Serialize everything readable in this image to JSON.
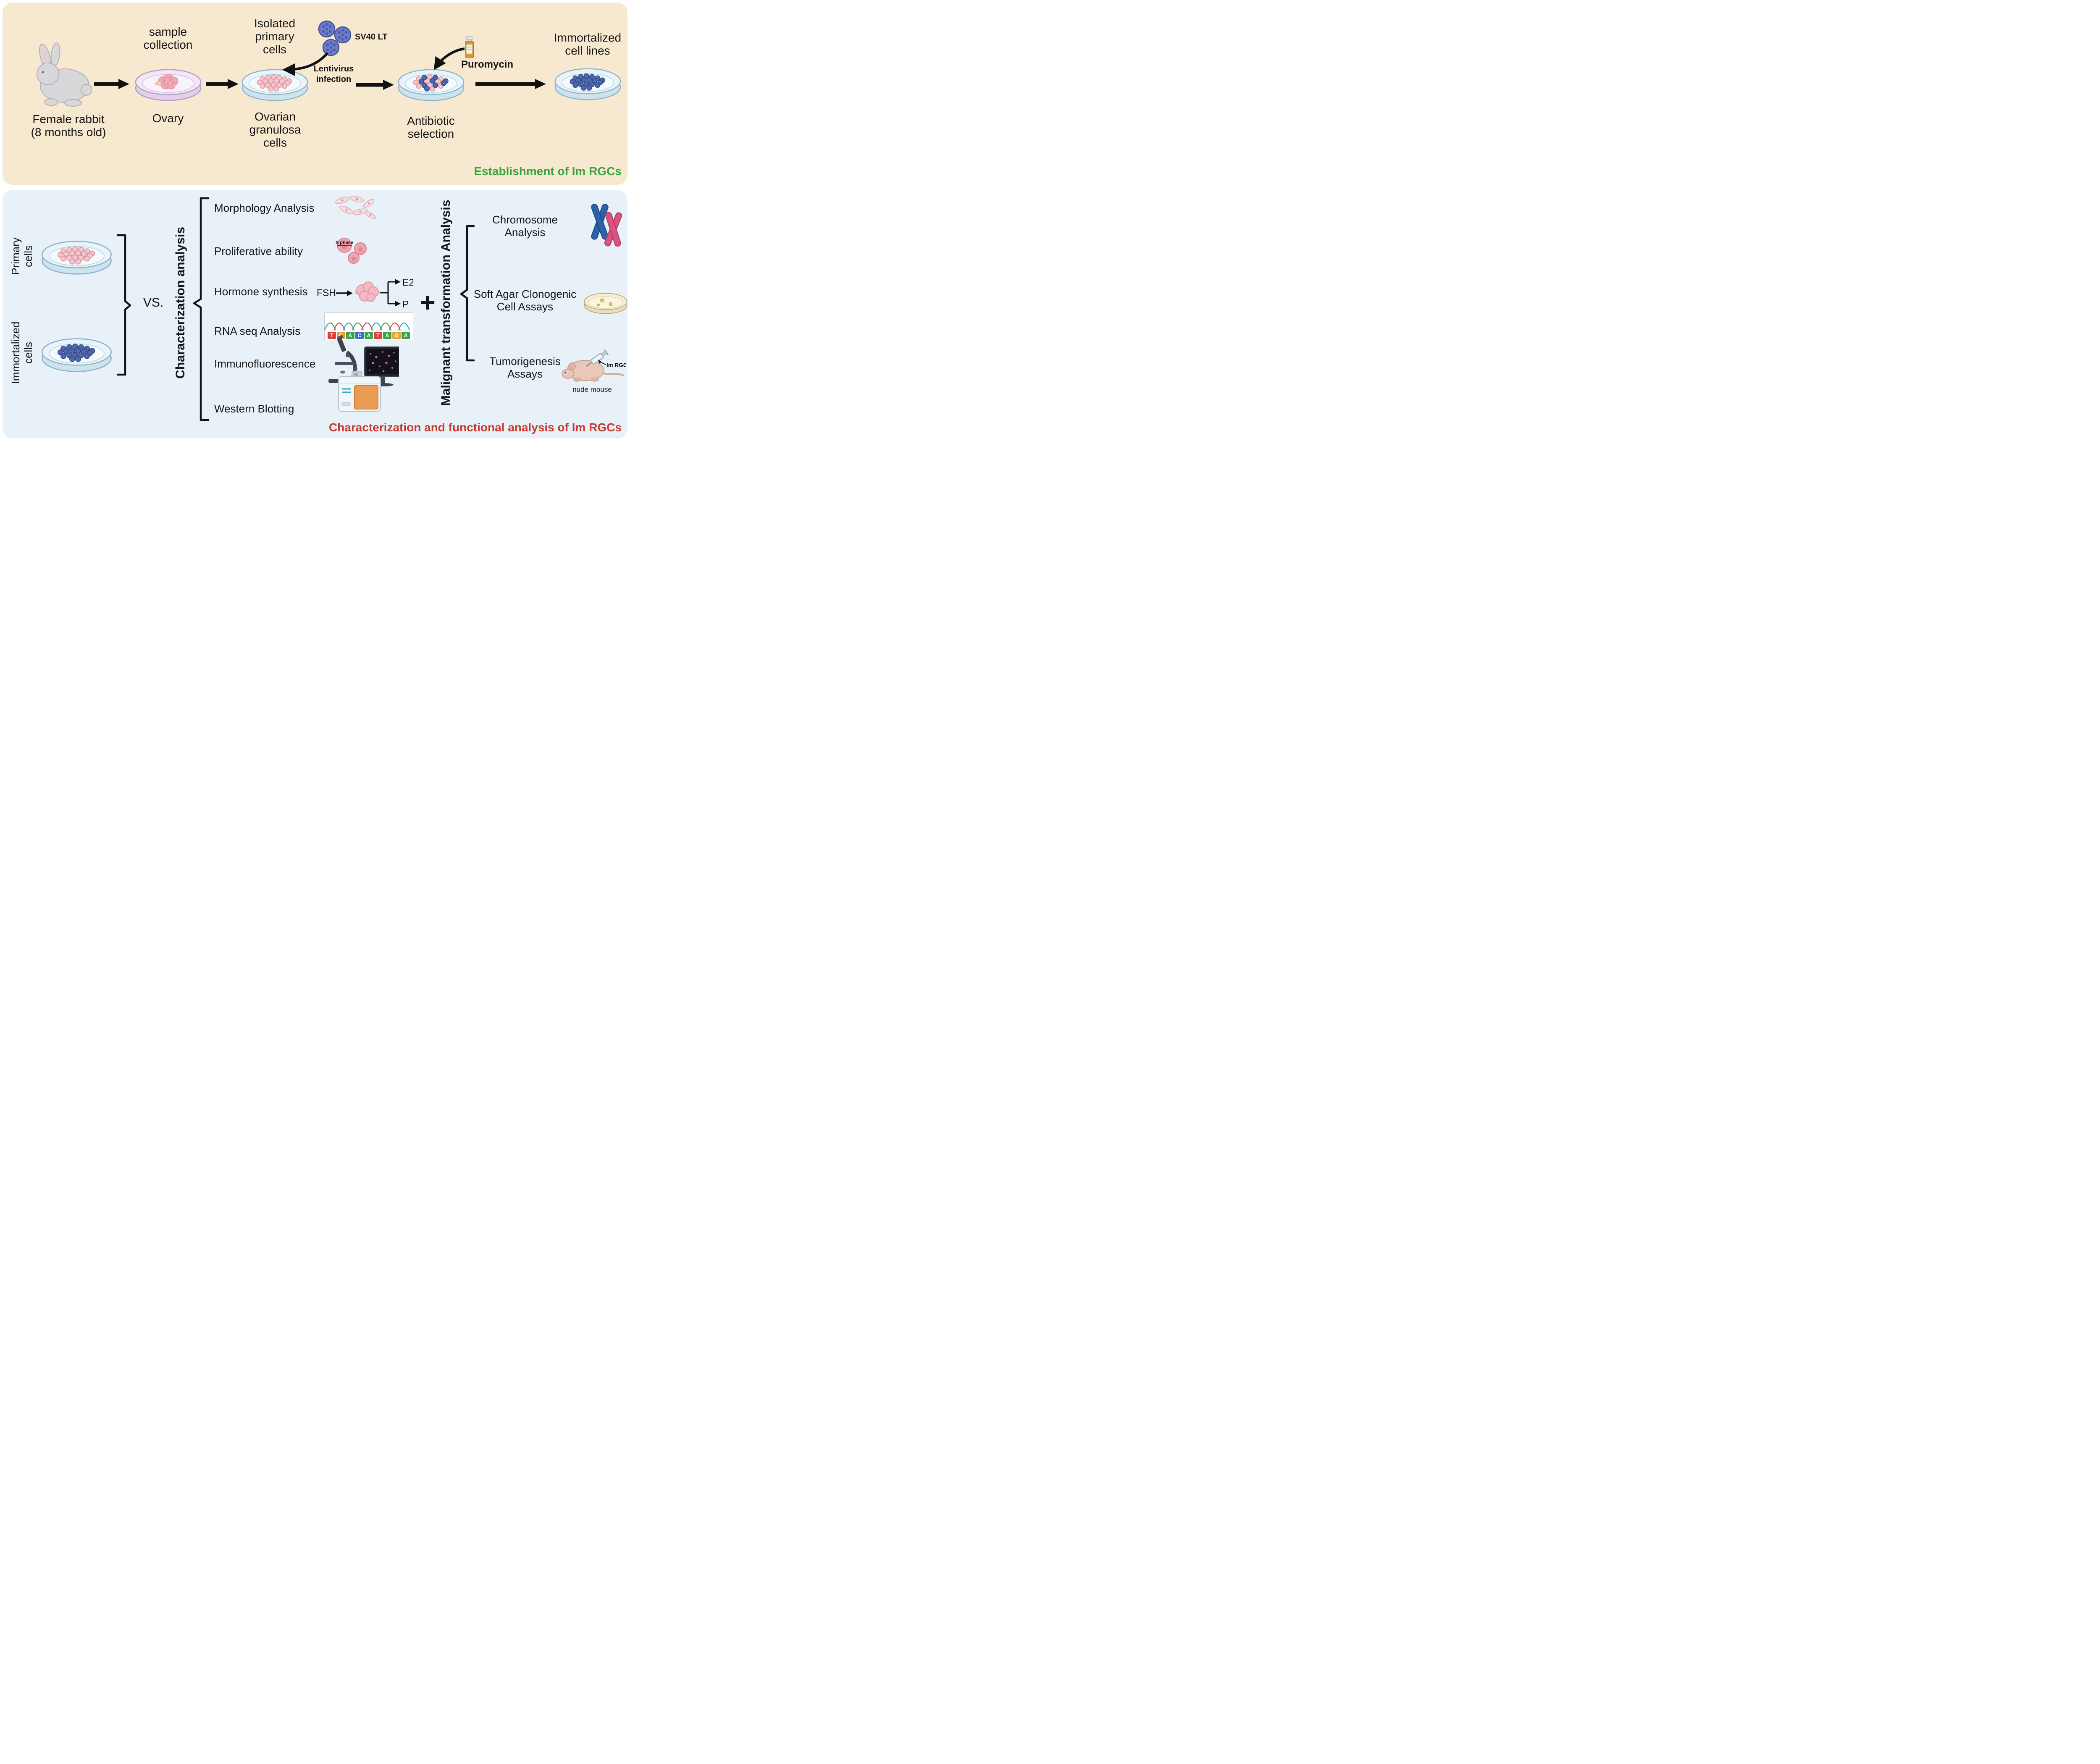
{
  "colors": {
    "top_panel_bg": "#f7e9cf",
    "bottom_panel_bg": "#e9f1f8",
    "establishment_label_green": "#3aa440",
    "analysis_label_red": "#c43a2b",
    "primary_cell_pink": "#f6c6cc",
    "immortalized_cell_blue": "#4e68b0",
    "virus_blue": "#6b7ac9",
    "soft_agar_yellow": "#f6efd4"
  },
  "top": {
    "rabbit_caption_1": "Female rabbit",
    "rabbit_caption_2": "(8 months old)",
    "sample_collection_1": "sample",
    "sample_collection_2": "collection",
    "ovary_label": "Ovary",
    "isolated_1": "Isolated",
    "isolated_2": "primary",
    "isolated_3": "cells",
    "granulosa_1": "Ovarian",
    "granulosa_2": "granulosa",
    "granulosa_3": "cells",
    "sv40_label": "SV40 LT",
    "lentivirus_1": "Lentivirus",
    "lentivirus_2": "infection",
    "antibiotic_1": "Antibiotic",
    "antibiotic_2": "selection",
    "puromycin_label": "Puromycin",
    "immortalized_1": "Immortalized",
    "immortalized_2": "cell lines",
    "section_label": "Establishment of Im RGCs"
  },
  "bottom": {
    "primary_label_1": "Primary",
    "primary_label_2": "cells",
    "immortalized_label_1": "Immortalized",
    "immortalized_label_2": "cells",
    "vs_label": "VS.",
    "characterization_label": "Characterization analysis",
    "items": [
      "Morphology Analysis",
      "Proliferative ability",
      "Hormone synthesis",
      "RNA seq Analysis",
      "Immunofluorescence",
      "Western Blotting"
    ],
    "s_phase": "S phase",
    "fsh": "FSH",
    "e2": "E2",
    "p": "P",
    "seq": [
      "T",
      "G",
      "A",
      "C",
      "A",
      "T",
      "A",
      "G",
      "A"
    ],
    "seq_colors": [
      "#d9413c",
      "#e8a23c",
      "#3aa34d",
      "#3b6fd4",
      "#3aa34d",
      "#d9413c",
      "#3aa34d",
      "#e8a23c",
      "#3aa34d"
    ],
    "plus": "+",
    "malignant_label": "Malignant transformation Analysis",
    "chromosome_1": "Chromosome",
    "chromosome_2": "Analysis",
    "softagar_1": "Soft Agar Clonogenic",
    "softagar_2": "Cell Assays",
    "tumorigenesis_1": "Tumorigenesis",
    "tumorigenesis_2": "Assays",
    "im_rgcs": "Im RGCs",
    "nude_mouse": "nude mouse",
    "section_label": "Characterization and functional analysis of Im RGCs"
  },
  "icon_names": [
    "rabbit-icon",
    "petri-dish-icon",
    "ovary-icon",
    "virus-icon",
    "arrow-right-icon",
    "curved-arrow-icon",
    "pill-bottle-icon",
    "bracket-icon",
    "brace-icon",
    "morphology-cells-icon",
    "s-phase-cells-icon",
    "hormone-pathway-icon",
    "sequencing-trace-icon",
    "microscope-icon",
    "monitor-icon",
    "western-blot-machine-icon",
    "chromosome-icon",
    "soft-agar-dish-icon",
    "nude-mouse-icon",
    "syringe-icon"
  ]
}
